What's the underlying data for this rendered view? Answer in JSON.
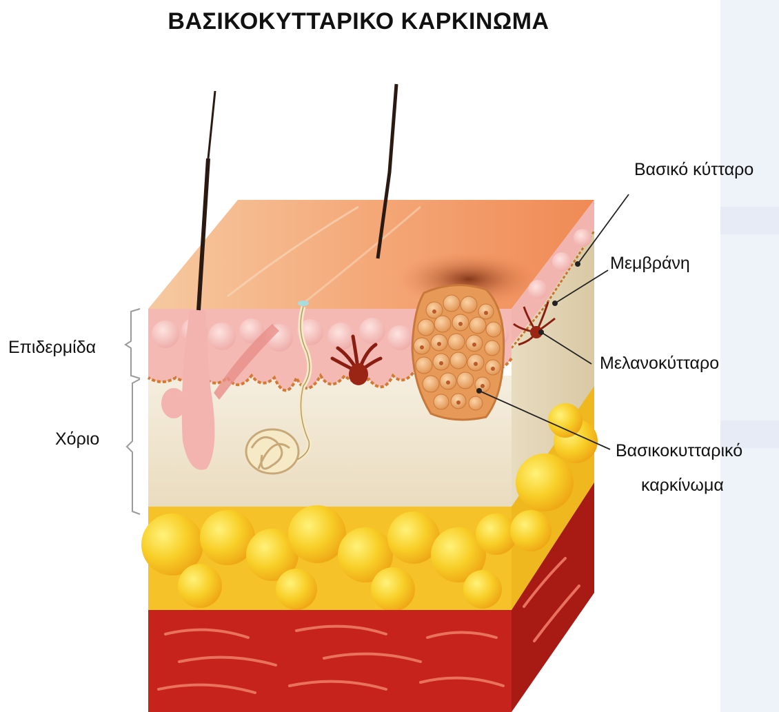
{
  "title": "ΒΑΣΙΚΟΚΥΤΤΑΡΙΚΟ ΚΑΡΚΙΝΩΜΑ",
  "labels": {
    "epidermis": "Επιδερμίδα",
    "dermis": "Χόριο",
    "basal_cell": "Βασικό κύτταρο",
    "membrane": "Μεμβράνη",
    "melanocyte": "Μελανοκύτταρο",
    "carcinoma_line1": "Βασικοκυτταρικό",
    "carcinoma_line2": "καρκίνωμα"
  },
  "colors": {
    "skin_surface": "#f3a77b",
    "epidermis": "#f0b3ae",
    "dermis": "#efe2c8",
    "fat": "#f6c021",
    "muscle": "#c0201a",
    "tumor": "#e8a060",
    "side_panel": "#eef2f9"
  }
}
